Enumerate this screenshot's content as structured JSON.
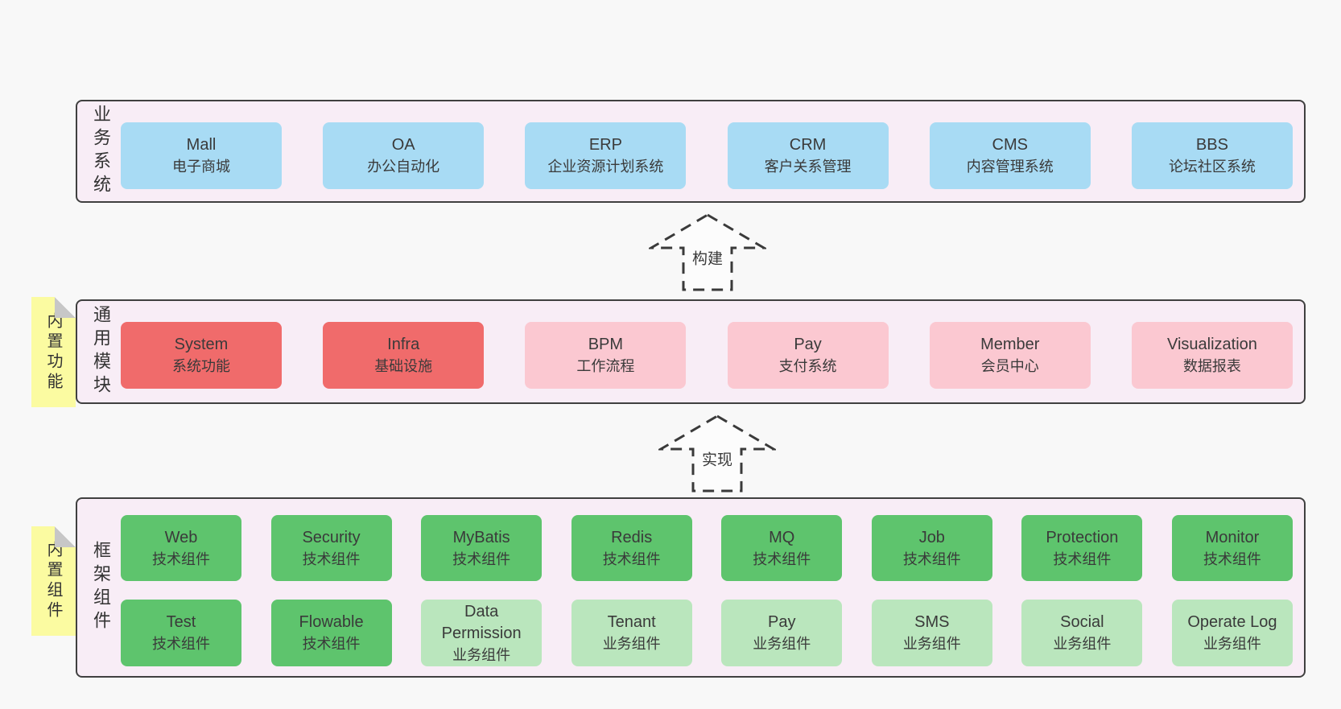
{
  "colors": {
    "page_bg": "#f8f8f8",
    "panel_bg": "#f8edf6",
    "panel_border": "#404040",
    "blue_box": "#a8dbf4",
    "red_box": "#f06b6b",
    "pink_box": "#fbc8d1",
    "green_box": "#5ec46d",
    "light_green_box": "#bae6bd",
    "sticky_yellow": "#fbfba1",
    "text": "#3a3a3a"
  },
  "arrows": [
    {
      "label": "构建"
    },
    {
      "label": "实现"
    }
  ],
  "stickies": [
    {
      "label": "内置功能"
    },
    {
      "label": "内置组件"
    }
  ],
  "layers": {
    "business": {
      "label": "业务系统",
      "boxes": [
        {
          "title": "Mall",
          "subtitle": "电子商城"
        },
        {
          "title": "OA",
          "subtitle": "办公自动化"
        },
        {
          "title": "ERP",
          "subtitle": "企业资源计划系统"
        },
        {
          "title": "CRM",
          "subtitle": "客户关系管理"
        },
        {
          "title": "CMS",
          "subtitle": "内容管理系统"
        },
        {
          "title": "BBS",
          "subtitle": "论坛社区系统"
        }
      ]
    },
    "modules": {
      "label": "通用模块",
      "boxes": [
        {
          "title": "System",
          "subtitle": "系统功能"
        },
        {
          "title": "Infra",
          "subtitle": "基础设施"
        },
        {
          "title": "BPM",
          "subtitle": "工作流程"
        },
        {
          "title": "Pay",
          "subtitle": "支付系统"
        },
        {
          "title": "Member",
          "subtitle": "会员中心"
        },
        {
          "title": "Visualization",
          "subtitle": "数据报表"
        }
      ]
    },
    "components": {
      "label": "框架组件",
      "row1": [
        {
          "title": "Web",
          "subtitle": "技术组件"
        },
        {
          "title": "Security",
          "subtitle": "技术组件"
        },
        {
          "title": "MyBatis",
          "subtitle": "技术组件"
        },
        {
          "title": "Redis",
          "subtitle": "技术组件"
        },
        {
          "title": "MQ",
          "subtitle": "技术组件"
        },
        {
          "title": "Job",
          "subtitle": "技术组件"
        },
        {
          "title": "Protection",
          "subtitle": "技术组件"
        },
        {
          "title": "Monitor",
          "subtitle": "技术组件"
        }
      ],
      "row2": [
        {
          "title": "Test",
          "subtitle": "技术组件"
        },
        {
          "title": "Flowable",
          "subtitle": "技术组件"
        },
        {
          "title": "Data Permission",
          "subtitle": "业务组件"
        },
        {
          "title": "Tenant",
          "subtitle": "业务组件"
        },
        {
          "title": "Pay",
          "subtitle": "业务组件"
        },
        {
          "title": "SMS",
          "subtitle": "业务组件"
        },
        {
          "title": "Social",
          "subtitle": "业务组件"
        },
        {
          "title": "Operate Log",
          "subtitle": "业务组件"
        }
      ]
    }
  }
}
